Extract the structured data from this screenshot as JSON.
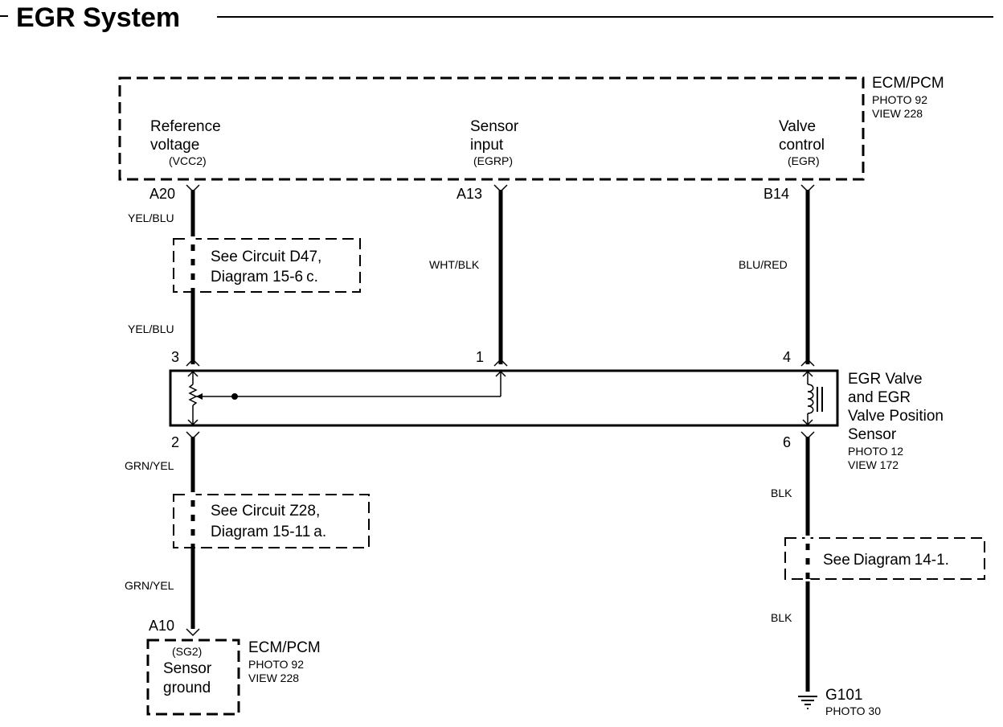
{
  "title": "EGR System",
  "ecm_top": {
    "name": "ECM/PCM",
    "photo": "PHOTO 92",
    "view": "VIEW 228",
    "terminals": [
      {
        "line1": "Reference",
        "line2": "voltage",
        "code": "(VCC2)",
        "pin": "A20"
      },
      {
        "line1": "Sensor",
        "line2": "input",
        "code": "(EGRP)",
        "pin": "A13"
      },
      {
        "line1": "Valve",
        "line2": "control",
        "code": "(EGR)",
        "pin": "B14"
      }
    ]
  },
  "wires": {
    "left_top_1": "YEL/BLU",
    "left_top_2": "YEL/BLU",
    "middle": "WHT/BLK",
    "right_top": "BLU/RED",
    "left_bottom_1": "GRN/YEL",
    "left_bottom_2": "GRN/YEL",
    "right_bottom_1": "BLK",
    "right_bottom_2": "BLK"
  },
  "refs": {
    "d47_line1": "See Circuit D47,",
    "d47_line2": "Diagram 15-6",
    "d47_suffix": "c.",
    "z28_line1": "See Circuit Z28,",
    "z28_line2": "Diagram 15-11",
    "z28_suffix": "a.",
    "diag14_a": "See",
    "diag14_b": "Diagram",
    "diag14_c": "14-1."
  },
  "egr_valve": {
    "line1": "EGR Valve",
    "line2": "and EGR",
    "line3": "Valve Position",
    "line4": "Sensor",
    "photo": "PHOTO 12",
    "view": "VIEW 172",
    "pins": {
      "left_top": "3",
      "middle_top": "1",
      "right_top": "4",
      "left_bottom": "2",
      "right_bottom": "6"
    }
  },
  "ecm_bottom": {
    "pin": "A10",
    "code": "(SG2)",
    "line1": "Sensor",
    "line2": "ground",
    "name": "ECM/PCM",
    "photo": "PHOTO 92",
    "view": "VIEW 228"
  },
  "ground": {
    "name": "G101",
    "photo": "PHOTO 30"
  }
}
